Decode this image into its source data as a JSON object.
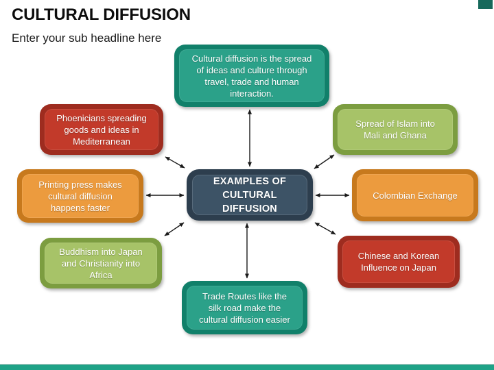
{
  "slide": {
    "title": "CULTURAL DIFFUSION",
    "subtitle": "Enter your sub headline here"
  },
  "center": {
    "label": "EXAMPLES OF CULTURAL DIFFUSION",
    "color_outer": "#2d3e4e",
    "color_inner": "#3d5366"
  },
  "nodes": [
    {
      "id": "definition",
      "text": "Cultural diffusion is the spread of ideas  and culture through travel, trade and  human interaction.",
      "color_outer": "#11806a",
      "color_inner": "#2ba189"
    },
    {
      "id": "islam",
      "text": "Spread of Islam into Mali and Ghana",
      "color_outer": "#7c9d40",
      "color_inner": "#a7c368"
    },
    {
      "id": "colombian",
      "text": "Colombian Exchange",
      "color_outer": "#c7791d",
      "color_inner": "#ec9b3e"
    },
    {
      "id": "chinese",
      "text": "Chinese and Korean Influence on Japan",
      "color_outer": "#9e2c1f",
      "color_inner": "#c23a2a"
    },
    {
      "id": "trade",
      "text": "Trade Routes like the silk road make the cultural diffusion easier",
      "color_outer": "#11806a",
      "color_inner": "#2ba189"
    },
    {
      "id": "buddhism",
      "text": "Buddhism into Japan and Christianity into Africa",
      "color_outer": "#7c9d40",
      "color_inner": "#a7c368"
    },
    {
      "id": "printing",
      "text": "Printing press makes cultural diffusion happens faster",
      "color_outer": "#c7791d",
      "color_inner": "#ec9b3e"
    },
    {
      "id": "phoenicians",
      "text": "Phoenicians spreading goods and ideas in Mediterranean",
      "color_outer": "#9e2c1f",
      "color_inner": "#c23a2a"
    }
  ],
  "footer": {
    "bar_color": "#1fa287",
    "line_color": "#cfcfcf"
  },
  "accents": {
    "corner_color": "#16695b"
  },
  "arrows": {
    "color": "#1a1a1a"
  }
}
